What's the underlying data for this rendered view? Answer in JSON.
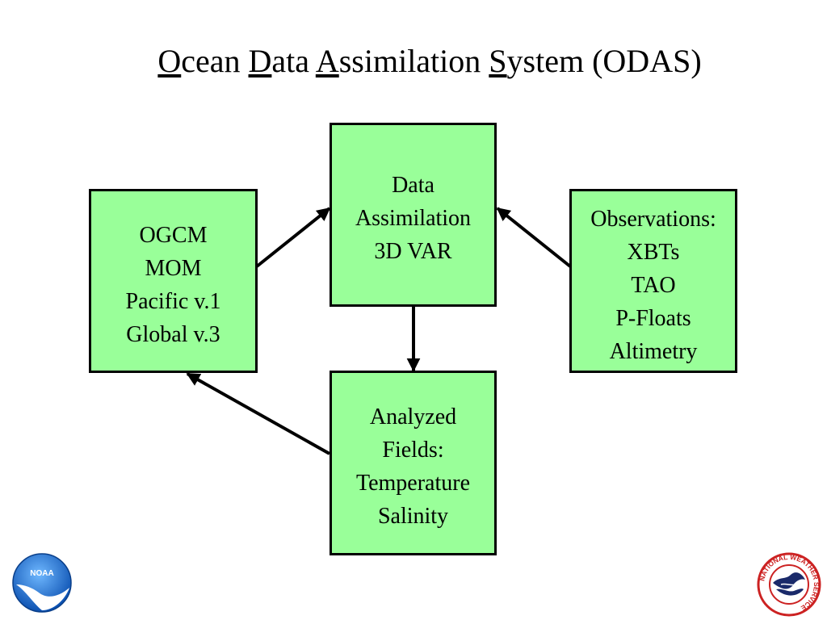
{
  "title": {
    "parts": [
      {
        "text": "O",
        "u": true
      },
      {
        "text": "cean ",
        "u": false
      },
      {
        "text": "D",
        "u": true
      },
      {
        "text": "ata ",
        "u": false
      },
      {
        "text": "A",
        "u": true
      },
      {
        "text": "ssimilation ",
        "u": false
      },
      {
        "text": "S",
        "u": true
      },
      {
        "text": "ystem (ODAS)",
        "u": false
      }
    ]
  },
  "boxes": {
    "data_assimilation": {
      "lines": [
        "Data",
        "Assimilation",
        "3D VAR"
      ]
    },
    "ogcm": {
      "lines": [
        "OGCM",
        "MOM",
        "Pacific v.1",
        "Global v.3"
      ]
    },
    "observations": {
      "lines": [
        "Observations:",
        "XBTs",
        "TAO",
        "P-Floats",
        "Altimetry"
      ]
    },
    "analyzed_fields": {
      "lines": [
        "Analyzed",
        "Fields:",
        "Temperature",
        "Salinity"
      ]
    }
  },
  "logos": {
    "noaa": {
      "text": "NOAA"
    },
    "nws": {
      "text": "NATIONAL WEATHER SERVICE"
    }
  },
  "colors": {
    "box_fill": "#99ff99",
    "noaa_blue": "#1464c8",
    "nws_red": "#cc2222"
  }
}
